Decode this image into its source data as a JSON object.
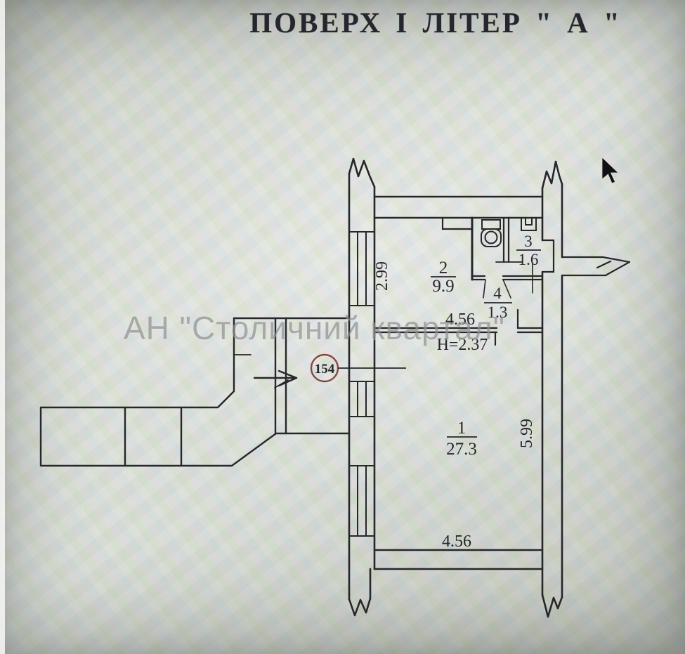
{
  "title": "ПОВЕРХ І ЛІТЕР \" А \"",
  "watermark": "АН \"Столичний квартал\"",
  "plan": {
    "apartment_number": "154",
    "rooms": [
      {
        "number": "1",
        "area": "27.3"
      },
      {
        "number": "2",
        "area": "9.9"
      },
      {
        "number": "3",
        "area": "1.6"
      },
      {
        "number": "4",
        "area": "1.3"
      }
    ],
    "dimensions": {
      "top_width": "4.56",
      "bottom_width": "4.56",
      "left_wall_height": "2.99",
      "right_wall_height": "5.99",
      "ceiling_height": "Н=2.37"
    },
    "colors": {
      "ink": "#26262b",
      "apartment_circle": "#8a4543",
      "paper": "#d8ddd8"
    }
  }
}
